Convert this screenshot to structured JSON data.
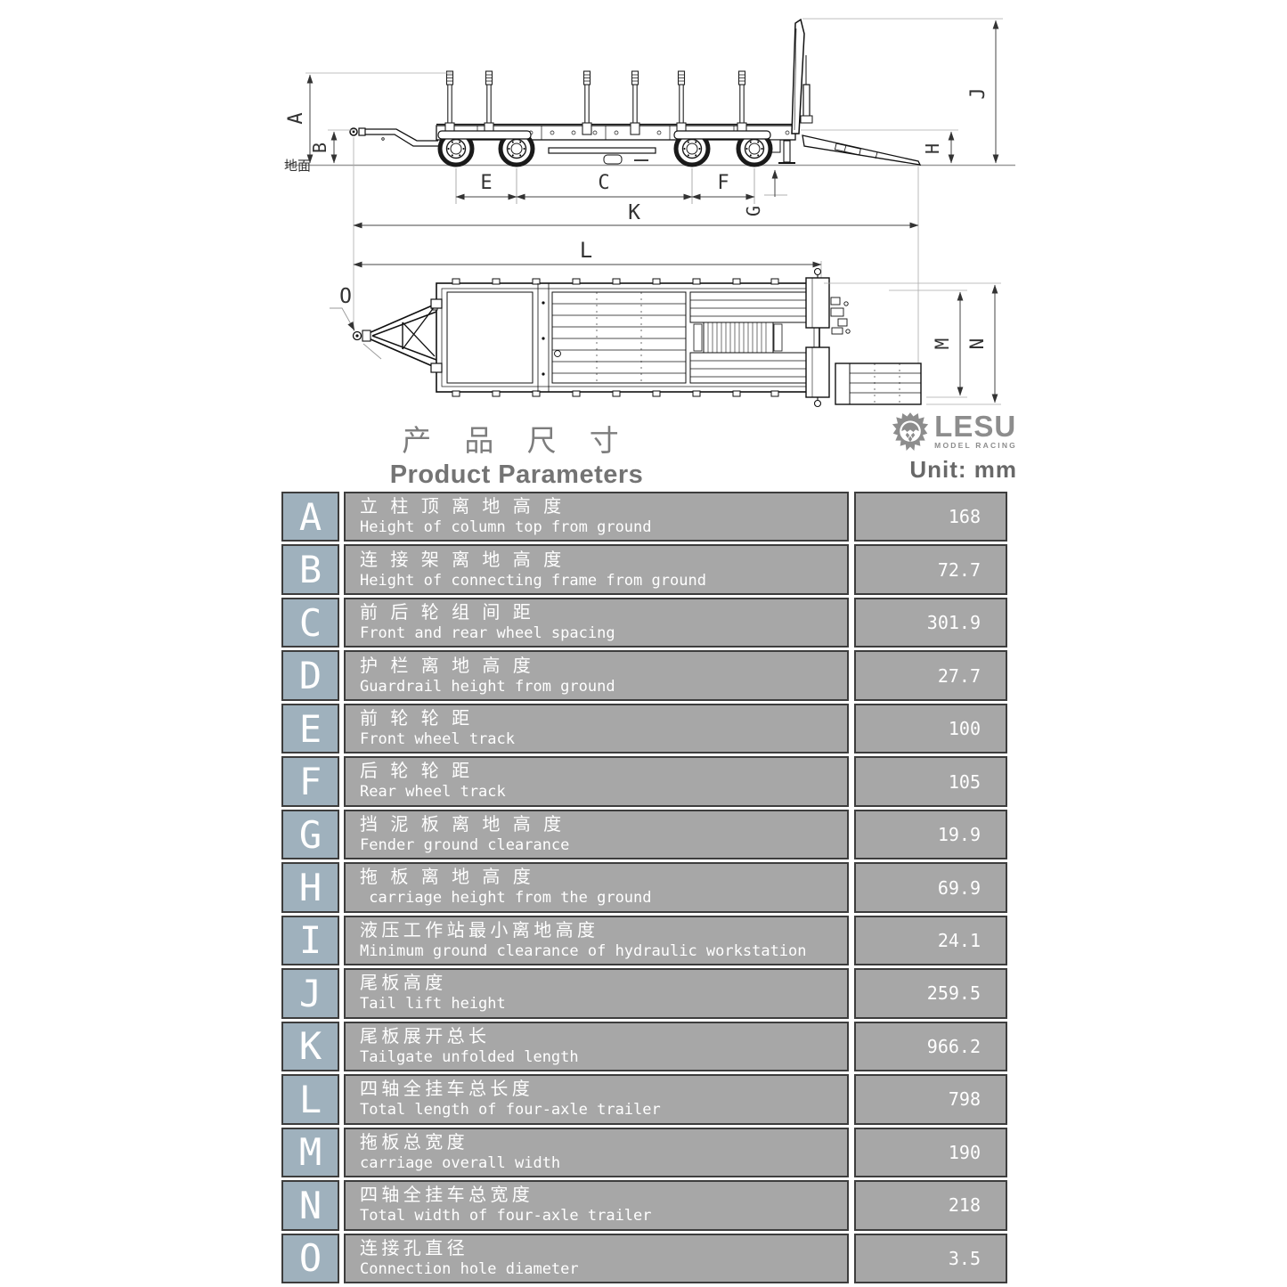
{
  "header": {
    "title_zh": "产 品 尺 寸",
    "title_en": "Product Parameters",
    "brand": "LESU",
    "brand_sub": "MODEL RACING",
    "unit": "Unit: mm"
  },
  "drawing": {
    "ground_label": "地面",
    "labels": {
      "A": "A",
      "B": "B",
      "C": "C",
      "E": "E",
      "F": "F",
      "G": "G",
      "H": "H",
      "J": "J",
      "K": "K",
      "L": "L",
      "M": "M",
      "N": "N",
      "O": "O"
    }
  },
  "table": {
    "rows": [
      {
        "key": "A",
        "zh": "立 柱 顶 离 地 高 度",
        "en": "Height of column top from ground",
        "value": "168"
      },
      {
        "key": "B",
        "zh": "连 接 架 离 地 高 度",
        "en": "Height of connecting frame from ground",
        "value": "72.7"
      },
      {
        "key": "C",
        "zh": "前 后 轮 组 间 距",
        "en": "Front and rear wheel spacing",
        "value": "301.9"
      },
      {
        "key": "D",
        "zh": "护 栏 离 地 高 度",
        "en": "Guardrail height from ground",
        "value": "27.7"
      },
      {
        "key": "E",
        "zh": "前 轮 轮 距",
        "en": "Front wheel track",
        "value": "100"
      },
      {
        "key": "F",
        "zh": "后 轮 轮 距",
        "en": "Rear wheel track",
        "value": "105"
      },
      {
        "key": "G",
        "zh": "挡 泥 板 离 地 高 度",
        "en": "Fender ground clearance",
        "value": "19.9"
      },
      {
        "key": "H",
        "zh": "拖 板 离 地 高 度",
        "en": " carriage height from the ground",
        "value": "69.9"
      },
      {
        "key": "I",
        "zh": "液压工作站最小离地高度",
        "en": "Minimum ground clearance of hydraulic workstation",
        "value": "24.1"
      },
      {
        "key": "J",
        "zh": "尾板高度",
        "en": "Tail lift height",
        "value": "259.5"
      },
      {
        "key": "K",
        "zh": "尾板展开总长",
        "en": "Tailgate unfolded length",
        "value": "966.2"
      },
      {
        "key": "L",
        "zh": "四轴全挂车总长度",
        "en": "Total length of four-axle trailer",
        "value": "798"
      },
      {
        "key": "M",
        "zh": "拖板总宽度",
        "en": "carriage overall width",
        "value": "190"
      },
      {
        "key": "N",
        "zh": "四轴全挂车总宽度",
        "en": "Total width of four-axle trailer",
        "value": "218"
      },
      {
        "key": "O",
        "zh": "连接孔直径",
        "en": "Connection hole diameter",
        "value": "3.5"
      }
    ]
  }
}
